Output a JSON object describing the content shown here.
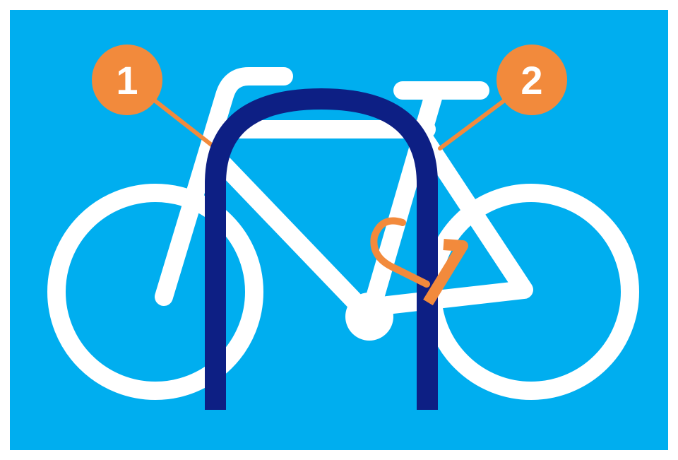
{
  "colors": {
    "background": "#00aeef",
    "bike": "#ffffff",
    "rack": "#0d1f84",
    "lock": "#f28a3c",
    "marker": "#f28a3c",
    "marker_text": "#ffffff"
  },
  "markers": [
    {
      "label": "1",
      "target": "bike-frame-front"
    },
    {
      "label": "2",
      "target": "bike-frame-rear"
    }
  ],
  "icons": {
    "bike": "bicycle-icon",
    "rack": "bike-rack-icon",
    "lock": "u-lock-icon"
  }
}
